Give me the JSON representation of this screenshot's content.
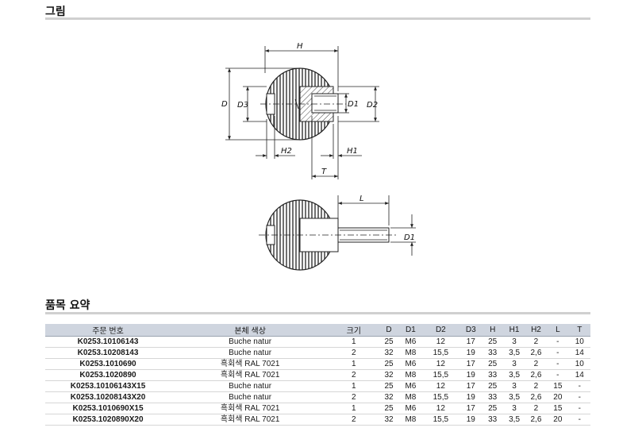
{
  "sections": {
    "drawing_title": "그림",
    "summary_title": "품목 요약"
  },
  "dimension_labels": {
    "H": "H",
    "D": "D",
    "D3": "D3",
    "D1": "D1",
    "D2": "D2",
    "H2": "H2",
    "H1": "H1",
    "T": "T",
    "L": "L",
    "D1_bolt": "D1"
  },
  "table": {
    "headers": [
      "주문 번호",
      "본체 색상",
      "크기",
      "D",
      "D1",
      "D2",
      "D3",
      "H",
      "H1",
      "H2",
      "L",
      "T"
    ],
    "rows": [
      [
        "K0253.10106143",
        "Buche natur",
        "1",
        "25",
        "M6",
        "12",
        "17",
        "25",
        "3",
        "2",
        "-",
        "10"
      ],
      [
        "K0253.10208143",
        "Buche natur",
        "2",
        "32",
        "M8",
        "15,5",
        "19",
        "33",
        "3,5",
        "2,6",
        "-",
        "14"
      ],
      [
        "K0253.1010690",
        "흑회색 RAL 7021",
        "1",
        "25",
        "M6",
        "12",
        "17",
        "25",
        "3",
        "2",
        "-",
        "10"
      ],
      [
        "K0253.1020890",
        "흑회색 RAL 7021",
        "2",
        "32",
        "M8",
        "15,5",
        "19",
        "33",
        "3,5",
        "2,6",
        "-",
        "14"
      ],
      [
        "K0253.10106143X15",
        "Buche natur",
        "1",
        "25",
        "M6",
        "12",
        "17",
        "25",
        "3",
        "2",
        "15",
        "-"
      ],
      [
        "K0253.10208143X20",
        "Buche natur",
        "2",
        "32",
        "M8",
        "15,5",
        "19",
        "33",
        "3,5",
        "2,6",
        "20",
        "-"
      ],
      [
        "K0253.1010690X15",
        "흑회색 RAL 7021",
        "1",
        "25",
        "M6",
        "12",
        "17",
        "25",
        "3",
        "2",
        "15",
        "-"
      ],
      [
        "K0253.1020890X20",
        "흑회색 RAL 7021",
        "2",
        "32",
        "M8",
        "15,5",
        "19",
        "33",
        "3,5",
        "2,6",
        "20",
        "-"
      ]
    ]
  },
  "colors": {
    "header_bg": "#cfd5df",
    "rule": "#d0d0d0"
  }
}
